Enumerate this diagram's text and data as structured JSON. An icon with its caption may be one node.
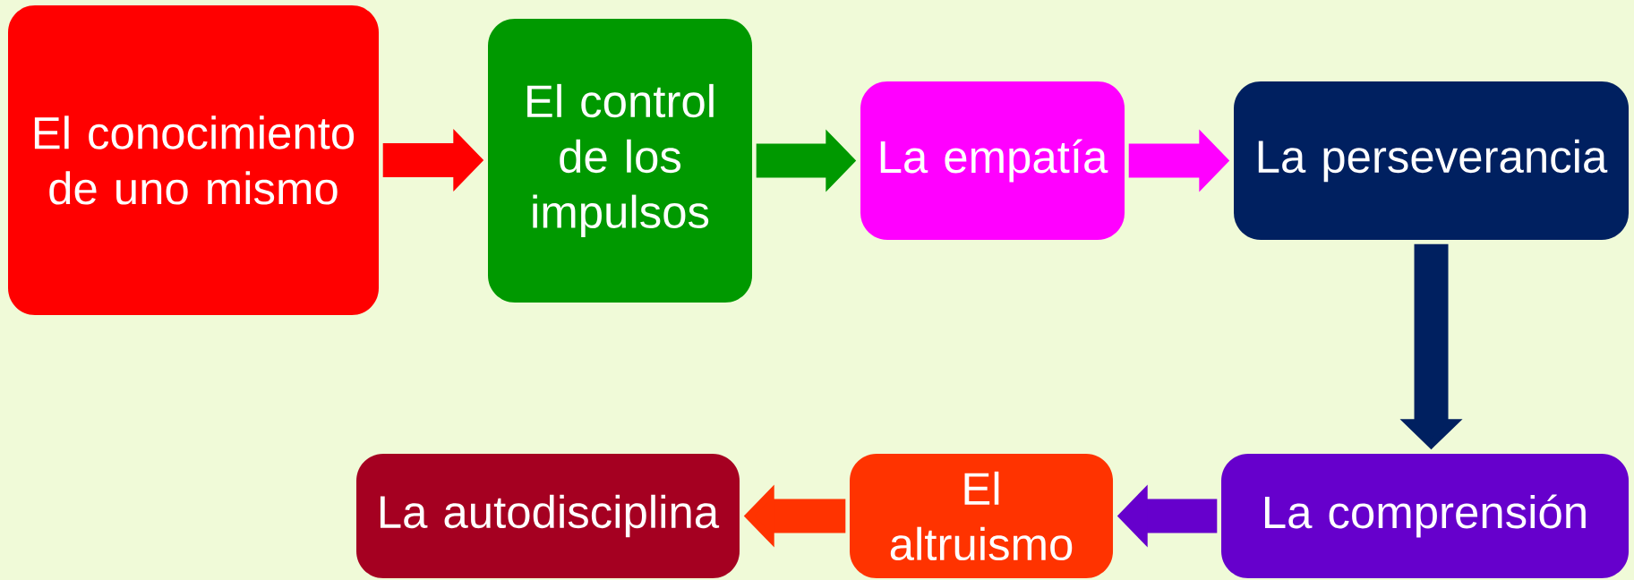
{
  "diagram": {
    "nodes": [
      {
        "text": [
          "El conocimiento de uno mismo"
        ]
      },
      {
        "text": [
          "El control de los impulsos"
        ]
      },
      {
        "text": [
          "La empatía"
        ]
      },
      {
        "text": [
          "La perseverancia"
        ]
      },
      {
        "text": [
          "La comprensión"
        ]
      },
      {
        "text": [
          "El altruismo"
        ]
      },
      {
        "text": [
          "La autodisciplina"
        ]
      }
    ],
    "edges": [
      {
        "from": 0,
        "to": 1,
        "arrow": "to",
        "color": "#ff0000"
      },
      {
        "from": 1,
        "to": 2,
        "arrow": "to",
        "color": "#009900"
      },
      {
        "from": 2,
        "to": 3,
        "arrow": "to",
        "color": "#ff00ff"
      },
      {
        "from": 3,
        "to": 4,
        "arrow": "to",
        "color": "#002060"
      },
      {
        "from": 4,
        "to": 5,
        "arrow": "to",
        "color": "#6600cc"
      },
      {
        "from": 5,
        "to": 6,
        "arrow": "to",
        "color": "#ff3300"
      }
    ]
  }
}
